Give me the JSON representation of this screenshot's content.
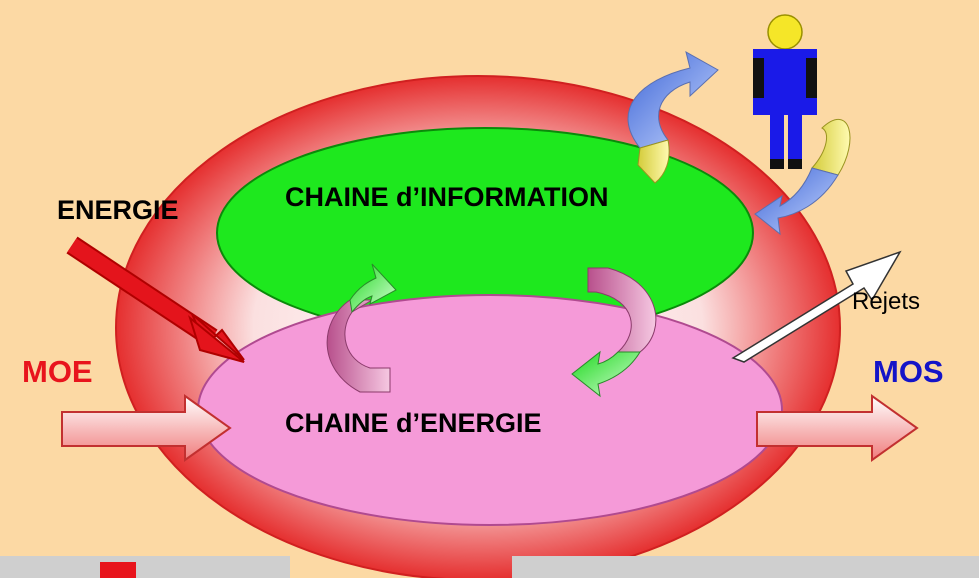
{
  "diagram": {
    "information_chain_label": "CHAINE d’INFORMATION",
    "energy_chain_label": "CHAINE d’ENERGIE",
    "energy_input_label": "ENERGIE",
    "moe_label": "MOE",
    "mos_label": "MOS",
    "rejects_label": "Rejets"
  },
  "colors": {
    "background": "#fcd9a4",
    "outer_ring": "#e83a3a",
    "information_chain": "#1ee81e",
    "energy_chain": "#f59ad8",
    "energy_arrow": "#e4141c",
    "moe_color": "#e8141c",
    "mos_color": "#1414c8",
    "operator_body": "#1a1ae8",
    "operator_head": "#f5e628"
  },
  "icons": [
    "operator-person-icon",
    "energy-input-arrow-icon",
    "rejects-arrow-icon"
  ]
}
